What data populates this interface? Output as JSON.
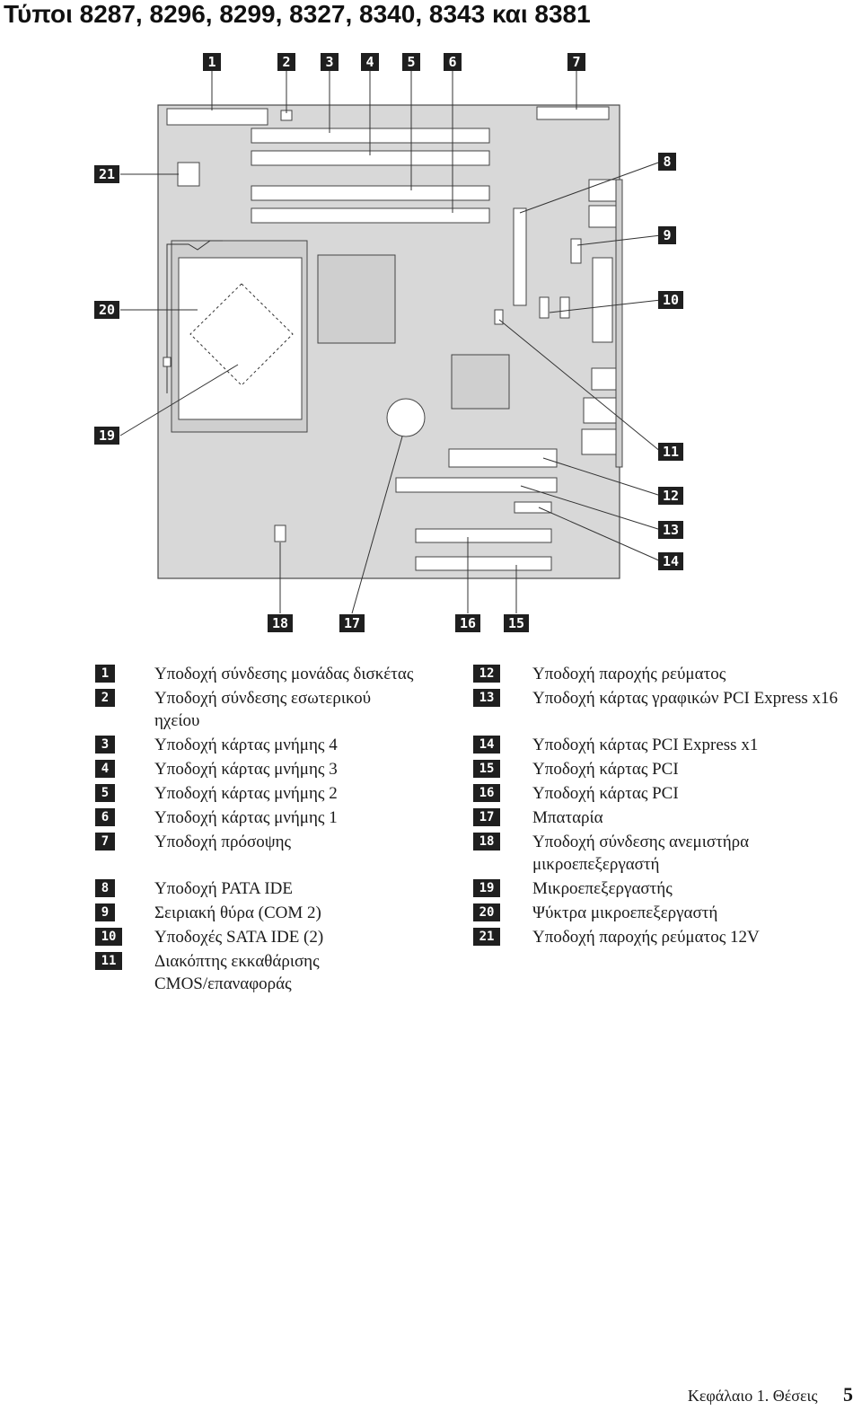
{
  "page_title": "Τύποι 8287, 8296, 8299, 8327, 8340, 8343 και 8381",
  "legend_left": [
    {
      "num": "1",
      "label": "Υποδοχή σύνδεσης μονάδας δισκέτας"
    },
    {
      "num": "2",
      "label": "Υποδοχή σύνδεσης εσωτερικού ηχείου"
    },
    {
      "num": "3",
      "label": "Υποδοχή κάρτας μνήμης 4"
    },
    {
      "num": "4",
      "label": "Υποδοχή κάρτας μνήμης 3"
    },
    {
      "num": "5",
      "label": "Υποδοχή κάρτας μνήμης 2"
    },
    {
      "num": "6",
      "label": "Υποδοχή κάρτας μνήμης 1"
    },
    {
      "num": "7",
      "label": "Υποδοχή πρόσοψης"
    },
    {
      "num": "8",
      "label": "Υποδοχή PATA IDE"
    },
    {
      "num": "9",
      "label": "Σειριακή θύρα (COM 2)"
    },
    {
      "num": "10",
      "label": "Υποδοχές SATA IDE (2)"
    },
    {
      "num": "11",
      "label": "Διακόπτης εκκαθάρισης CMOS/επαναφοράς"
    }
  ],
  "legend_right": [
    {
      "num": "12",
      "label": "Υποδοχή παροχής ρεύματος"
    },
    {
      "num": "13",
      "label": "Υποδοχή κάρτας γραφικών PCI Express x16"
    },
    {
      "num": "14",
      "label": "Υποδοχή κάρτας PCI Express x1"
    },
    {
      "num": "15",
      "label": "Υποδοχή κάρτας PCI"
    },
    {
      "num": "16",
      "label": "Υποδοχή κάρτας PCI"
    },
    {
      "num": "17",
      "label": "Μπαταρία"
    },
    {
      "num": "18",
      "label": "Υποδοχή σύνδεσης ανεμιστήρα μικροεπεξεργαστή"
    },
    {
      "num": "19",
      "label": "Μικροεπεξεργαστής"
    },
    {
      "num": "20",
      "label": "Ψύκτρα μικροεπεξεργαστή"
    },
    {
      "num": "21",
      "label": "Υποδοχή παροχής ρεύματος 12V"
    }
  ],
  "footer": {
    "chapter": "Κεφάλαιο 1. Θέσεις",
    "page_number": "5"
  }
}
